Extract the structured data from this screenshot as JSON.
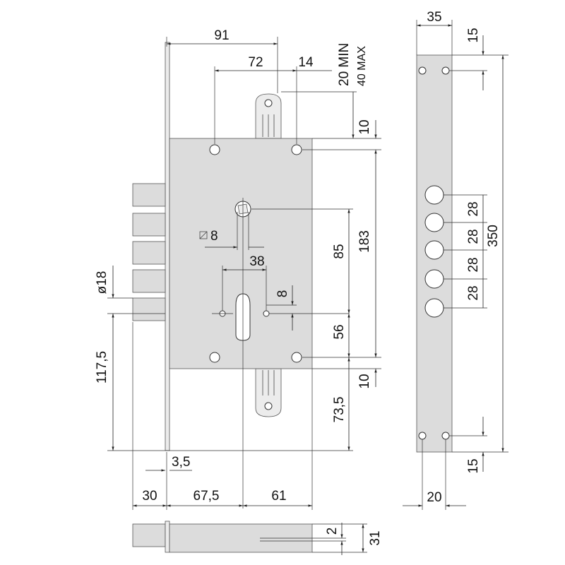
{
  "dimensions": {
    "d91": "91",
    "d72": "72",
    "d14": "14",
    "d20min": "20 MIN",
    "d40max": "40 MAX",
    "d10_top": "10",
    "d183": "183",
    "d85": "85",
    "d8_square": "8",
    "d38": "38",
    "d8_small": "8",
    "d56": "56",
    "d10_bottom": "10",
    "d73_5": "73,5",
    "d117_5": "117,5",
    "d18": "ø18",
    "d3_5": "3,5",
    "d30": "30",
    "d67_5": "67,5",
    "d61": "61",
    "d35": "35",
    "d15_top": "15",
    "d28_1": "28",
    "d28_2": "28",
    "d28_3": "28",
    "d28_4": "28",
    "d350": "350",
    "d15_bottom": "15",
    "d20": "20",
    "d2": "2",
    "d31": "31"
  },
  "colors": {
    "body_fill": "#dcdcdc",
    "line": "#222222"
  },
  "icons": {
    "square_symbol": "square-with-diagonal-icon"
  }
}
